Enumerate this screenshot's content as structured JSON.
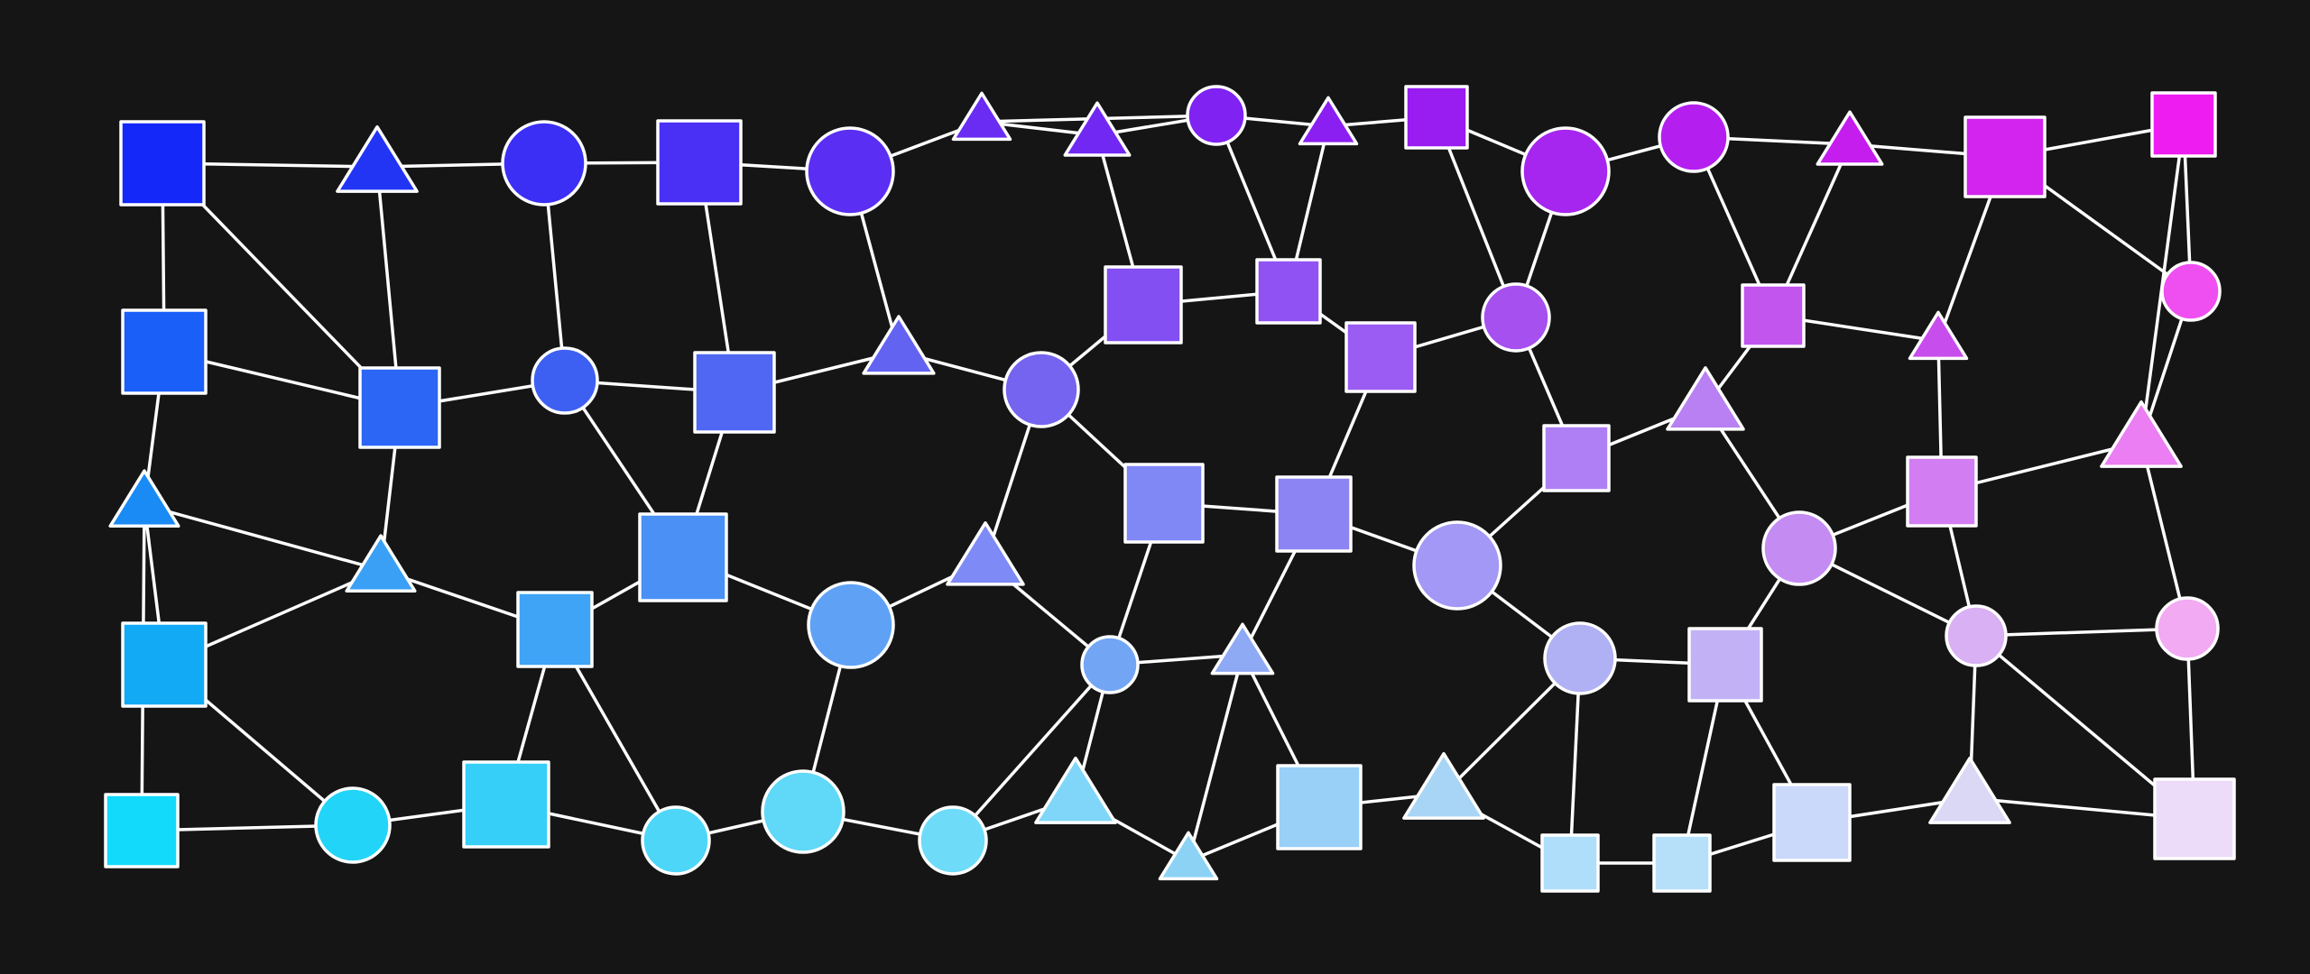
{
  "background": "#151515",
  "stroke_color": "#ffffff",
  "nodes": [
    {
      "id": "n1",
      "shape": "square",
      "color": "#1428fa"
    },
    {
      "id": "n2",
      "shape": "triangle",
      "color": "#2235f5"
    },
    {
      "id": "n3",
      "shape": "circle",
      "color": "#3b2ff5"
    },
    {
      "id": "n4",
      "shape": "square",
      "color": "#4a2ff5"
    },
    {
      "id": "n5",
      "shape": "circle",
      "color": "#5a2ff3"
    },
    {
      "id": "n6",
      "shape": "triangle",
      "color": "#6a2cf3"
    },
    {
      "id": "n7",
      "shape": "triangle",
      "color": "#7228f3"
    },
    {
      "id": "n8",
      "shape": "circle",
      "color": "#7f22f2"
    },
    {
      "id": "n9",
      "shape": "triangle",
      "color": "#8b1ff1"
    },
    {
      "id": "n10",
      "shape": "square",
      "color": "#991cf0"
    },
    {
      "id": "n11",
      "shape": "circle",
      "color": "#a626f0"
    },
    {
      "id": "n12",
      "shape": "circle",
      "color": "#b41ff0"
    },
    {
      "id": "n13",
      "shape": "triangle",
      "color": "#c41ded"
    },
    {
      "id": "n14",
      "shape": "square",
      "color": "#d224ee"
    },
    {
      "id": "n15",
      "shape": "square",
      "color": "#ee1cf0"
    },
    {
      "id": "n16",
      "shape": "square",
      "color": "#1a5ff8"
    },
    {
      "id": "n17",
      "shape": "square",
      "color": "#2c66f5"
    },
    {
      "id": "n18",
      "shape": "circle",
      "color": "#3e60f2"
    },
    {
      "id": "n19",
      "shape": "square",
      "color": "#5067f3"
    },
    {
      "id": "n20",
      "shape": "triangle",
      "color": "#6363f2"
    },
    {
      "id": "n21",
      "shape": "circle",
      "color": "#7564f0"
    },
    {
      "id": "n22",
      "shape": "square",
      "color": "#844ff2"
    },
    {
      "id": "n23",
      "shape": "square",
      "color": "#9052f3"
    },
    {
      "id": "n24",
      "shape": "square",
      "color": "#9a5cf2"
    },
    {
      "id": "n25",
      "shape": "circle",
      "color": "#a650f0"
    },
    {
      "id": "n26",
      "shape": "square",
      "color": "#c255ee"
    },
    {
      "id": "n27",
      "shape": "triangle",
      "color": "#c84ded"
    },
    {
      "id": "n28",
      "shape": "circle",
      "color": "#ef4ff0"
    },
    {
      "id": "n29",
      "shape": "triangle",
      "color": "#1a8af5"
    },
    {
      "id": "n30",
      "shape": "triangle",
      "color": "#3aa0f5"
    },
    {
      "id": "n31",
      "shape": "square",
      "color": "#4a90f5"
    },
    {
      "id": "n32",
      "shape": "triangle",
      "color": "#7e8af5"
    },
    {
      "id": "n33",
      "shape": "square",
      "color": "#8088f5"
    },
    {
      "id": "n34",
      "shape": "square",
      "color": "#8d84f3"
    },
    {
      "id": "n35",
      "shape": "circle",
      "color": "#a398f5"
    },
    {
      "id": "n36",
      "shape": "square",
      "color": "#af80f5"
    },
    {
      "id": "n37",
      "shape": "triangle",
      "color": "#b880f2"
    },
    {
      "id": "n38",
      "shape": "square",
      "color": "#d27ef2"
    },
    {
      "id": "n39",
      "shape": "circle",
      "color": "#c48bf2"
    },
    {
      "id": "n40",
      "shape": "triangle",
      "color": "#ea7ef2"
    },
    {
      "id": "n41",
      "shape": "square",
      "color": "#12aaf5"
    },
    {
      "id": "n42",
      "shape": "square",
      "color": "#3fa4f5"
    },
    {
      "id": "n43",
      "shape": "circle",
      "color": "#5fa2f5"
    },
    {
      "id": "n44",
      "shape": "circle",
      "color": "#72a6f5"
    },
    {
      "id": "n45",
      "shape": "triangle",
      "color": "#8eaaf5"
    },
    {
      "id": "n46",
      "shape": "circle",
      "color": "#b0b0f5"
    },
    {
      "id": "n47",
      "shape": "square",
      "color": "#c2b2f5"
    },
    {
      "id": "n48",
      "shape": "circle",
      "color": "#d9b0f3"
    },
    {
      "id": "n49",
      "shape": "circle",
      "color": "#f2aaf2"
    },
    {
      "id": "n50",
      "shape": "square",
      "color": "#12dafa"
    },
    {
      "id": "n51",
      "shape": "circle",
      "color": "#22d5f8"
    },
    {
      "id": "n52",
      "shape": "square",
      "color": "#36cff8"
    },
    {
      "id": "n53",
      "shape": "circle",
      "color": "#4ed6f8"
    },
    {
      "id": "n54",
      "shape": "circle",
      "color": "#60d8f8"
    },
    {
      "id": "n55",
      "shape": "circle",
      "color": "#6edcf8"
    },
    {
      "id": "n56",
      "shape": "triangle",
      "color": "#80d6f8"
    },
    {
      "id": "n57",
      "shape": "triangle",
      "color": "#8bd2f5"
    },
    {
      "id": "n58",
      "shape": "square",
      "color": "#98d0f8"
    },
    {
      "id": "n59",
      "shape": "triangle",
      "color": "#a8d5f5"
    },
    {
      "id": "n60",
      "shape": "square",
      "color": "#aedefa"
    },
    {
      "id": "n61",
      "shape": "square",
      "color": "#b6e0fa"
    },
    {
      "id": "n62",
      "shape": "square",
      "color": "#cad8fa"
    },
    {
      "id": "n63",
      "shape": "triangle",
      "color": "#dad8f5"
    },
    {
      "id": "n64",
      "shape": "square",
      "color": "#ecdcfa"
    }
  ],
  "edges": [
    [
      "n1",
      "n2"
    ],
    [
      "n2",
      "n3"
    ],
    [
      "n3",
      "n4"
    ],
    [
      "n4",
      "n5"
    ],
    [
      "n5",
      "n6"
    ],
    [
      "n6",
      "n7"
    ],
    [
      "n7",
      "n8"
    ],
    [
      "n6",
      "n8"
    ],
    [
      "n8",
      "n9"
    ],
    [
      "n9",
      "n10"
    ],
    [
      "n10",
      "n11"
    ],
    [
      "n11",
      "n12"
    ],
    [
      "n12",
      "n13"
    ],
    [
      "n13",
      "n14"
    ],
    [
      "n14",
      "n15"
    ],
    [
      "n1",
      "n16"
    ],
    [
      "n1",
      "n17"
    ],
    [
      "n2",
      "n17"
    ],
    [
      "n3",
      "n18"
    ],
    [
      "n4",
      "n19"
    ],
    [
      "n5",
      "n20"
    ],
    [
      "n7",
      "n22"
    ],
    [
      "n8",
      "n23"
    ],
    [
      "n9",
      "n23"
    ],
    [
      "n10",
      "n25"
    ],
    [
      "n11",
      "n25"
    ],
    [
      "n12",
      "n26"
    ],
    [
      "n13",
      "n26"
    ],
    [
      "n14",
      "n27"
    ],
    [
      "n14",
      "n28"
    ],
    [
      "n15",
      "n28"
    ],
    [
      "n15",
      "n40"
    ],
    [
      "n16",
      "n17"
    ],
    [
      "n17",
      "n18"
    ],
    [
      "n18",
      "n19"
    ],
    [
      "n19",
      "n20"
    ],
    [
      "n20",
      "n21"
    ],
    [
      "n21",
      "n22"
    ],
    [
      "n22",
      "n23"
    ],
    [
      "n23",
      "n24"
    ],
    [
      "n24",
      "n25"
    ],
    [
      "n26",
      "n27"
    ],
    [
      "n26",
      "n37"
    ],
    [
      "n27",
      "n38"
    ],
    [
      "n28",
      "n40"
    ],
    [
      "n16",
      "n29"
    ],
    [
      "n17",
      "n30"
    ],
    [
      "n18",
      "n31"
    ],
    [
      "n19",
      "n31"
    ],
    [
      "n21",
      "n32"
    ],
    [
      "n21",
      "n33"
    ],
    [
      "n24",
      "n34"
    ],
    [
      "n25",
      "n36"
    ],
    [
      "n29",
      "n30"
    ],
    [
      "n29",
      "n41"
    ],
    [
      "n29",
      "n50"
    ],
    [
      "n30",
      "n41"
    ],
    [
      "n30",
      "n42"
    ],
    [
      "n31",
      "n42"
    ],
    [
      "n31",
      "n43"
    ],
    [
      "n32",
      "n43"
    ],
    [
      "n32",
      "n44"
    ],
    [
      "n33",
      "n34"
    ],
    [
      "n33",
      "n44"
    ],
    [
      "n34",
      "n35"
    ],
    [
      "n34",
      "n45"
    ],
    [
      "n35",
      "n36"
    ],
    [
      "n35",
      "n46"
    ],
    [
      "n36",
      "n37"
    ],
    [
      "n37",
      "n39"
    ],
    [
      "n38",
      "n39"
    ],
    [
      "n38",
      "n40"
    ],
    [
      "n38",
      "n48"
    ],
    [
      "n39",
      "n48"
    ],
    [
      "n39",
      "n47"
    ],
    [
      "n40",
      "n49"
    ],
    [
      "n41",
      "n51"
    ],
    [
      "n42",
      "n52"
    ],
    [
      "n42",
      "n53"
    ],
    [
      "n43",
      "n54"
    ],
    [
      "n44",
      "n45"
    ],
    [
      "n44",
      "n55"
    ],
    [
      "n44",
      "n56"
    ],
    [
      "n45",
      "n57"
    ],
    [
      "n45",
      "n58"
    ],
    [
      "n46",
      "n47"
    ],
    [
      "n46",
      "n59"
    ],
    [
      "n46",
      "n60"
    ],
    [
      "n47",
      "n61"
    ],
    [
      "n47",
      "n62"
    ],
    [
      "n48",
      "n49"
    ],
    [
      "n48",
      "n63"
    ],
    [
      "n48",
      "n64"
    ],
    [
      "n49",
      "n64"
    ],
    [
      "n50",
      "n51"
    ],
    [
      "n51",
      "n52"
    ],
    [
      "n52",
      "n53"
    ],
    [
      "n53",
      "n54"
    ],
    [
      "n54",
      "n55"
    ],
    [
      "n55",
      "n56"
    ],
    [
      "n56",
      "n57"
    ],
    [
      "n57",
      "n58"
    ],
    [
      "n58",
      "n59"
    ],
    [
      "n59",
      "n60"
    ],
    [
      "n60",
      "n61"
    ],
    [
      "n61",
      "n62"
    ],
    [
      "n62",
      "n63"
    ],
    [
      "n63",
      "n64"
    ]
  ]
}
